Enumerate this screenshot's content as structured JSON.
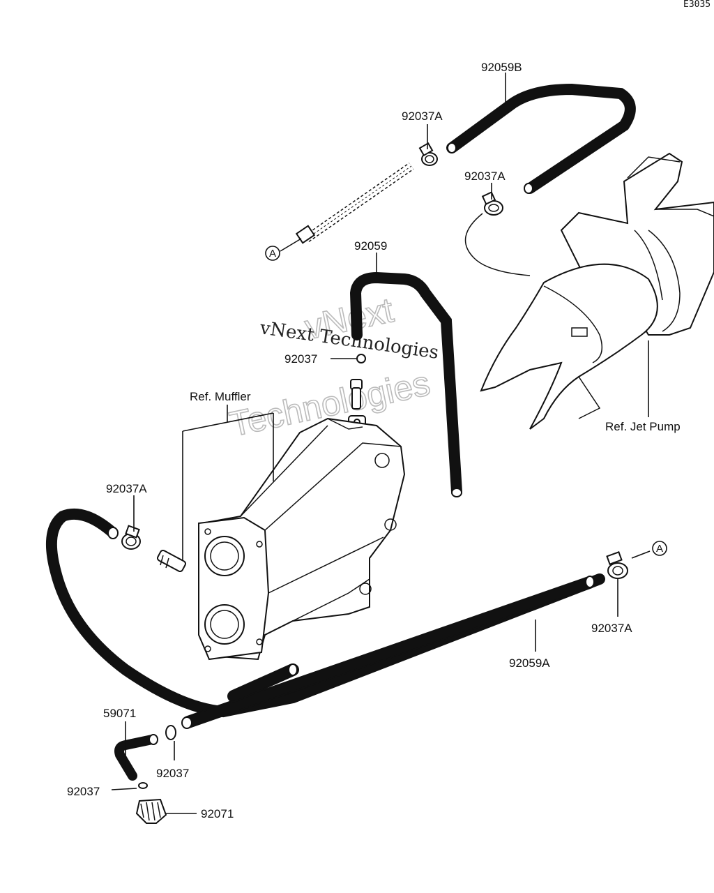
{
  "figure_code": "E3035",
  "parts": {
    "hose_92059B": "92059B",
    "clamp_92037A_top": "92037A",
    "clamp_92037A_mid": "92037A",
    "hose_92059": "92059",
    "clamp_92037_mid": "92037",
    "clamp_92037A_left": "92037A",
    "clamp_92037A_right": "92037A",
    "hose_92059A": "92059A",
    "fitting_59071": "59071",
    "clamp_92037_bottom_right": "92037",
    "clamp_92037_bottom_left": "92037",
    "cap_92071": "92071"
  },
  "references": {
    "muffler": "Ref. Muffler",
    "jet_pump": "Ref. Jet Pump"
  },
  "connectors": {
    "upper": "A",
    "lower": "A"
  },
  "watermark": {
    "line1": "vNext Technologies",
    "line2a": "vNext",
    "line2b": "Technologies"
  }
}
